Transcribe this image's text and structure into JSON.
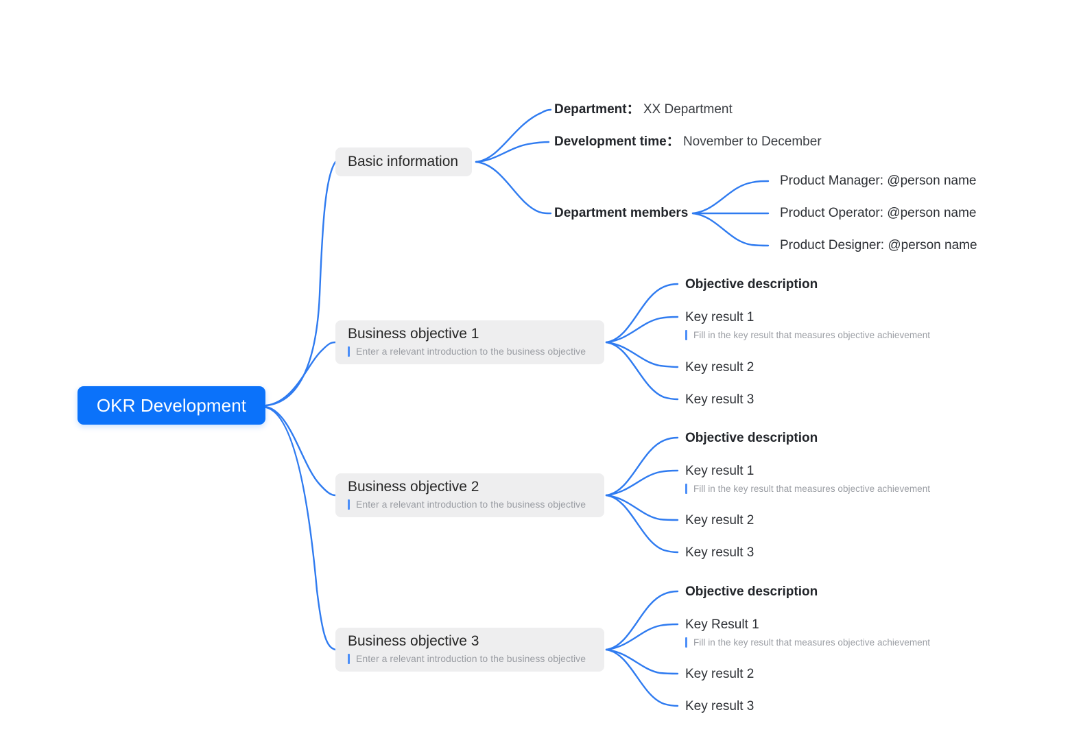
{
  "theme": {
    "accent": "#0b72fa",
    "edge_color": "#2f7bf0",
    "node_bg": "#eeeeef",
    "root_text": "#ffffff",
    "note_text": "#9a9da3",
    "note_bar": "#4b8ef8",
    "canvas_bg": "#ffffff"
  },
  "mindmap": {
    "root": {
      "label": "OKR Development"
    },
    "branches": {
      "basic_information": {
        "title": "Basic information",
        "items": {
          "department": {
            "key": "Department",
            "sep": "：",
            "value": "XX Department"
          },
          "development_time": {
            "key": "Development time",
            "sep": "：",
            "value": "November to December"
          },
          "department_members": {
            "title": "Department members",
            "members": [
              {
                "label": "Product Manager: @person name"
              },
              {
                "label": "Product Operator: @person name"
              },
              {
                "label": "Product Designer: @person name"
              }
            ]
          }
        }
      },
      "objectives": [
        {
          "title": "Business objective 1",
          "note": "Enter a relevant introduction to the business objective",
          "description_label": "Objective description",
          "key_results": [
            {
              "label": "Key result 1",
              "note": "Fill in the key result that measures objective achievement"
            },
            {
              "label": "Key result 2",
              "note": ""
            },
            {
              "label": "Key result 3",
              "note": ""
            }
          ]
        },
        {
          "title": "Business objective 2",
          "note": "Enter a relevant introduction to the business objective",
          "description_label": "Objective description",
          "key_results": [
            {
              "label": "Key result 1",
              "note": "Fill in the key result that measures objective achievement"
            },
            {
              "label": "Key result 2",
              "note": ""
            },
            {
              "label": "Key result 3",
              "note": ""
            }
          ]
        },
        {
          "title": "Business objective 3",
          "note": "Enter a relevant introduction to the business objective",
          "description_label": "Objective description",
          "key_results": [
            {
              "label": "Key Result 1",
              "note": "Fill in the key result that measures objective achievement"
            },
            {
              "label": "Key result 2",
              "note": ""
            },
            {
              "label": "Key result 3",
              "note": ""
            }
          ]
        }
      ]
    }
  }
}
